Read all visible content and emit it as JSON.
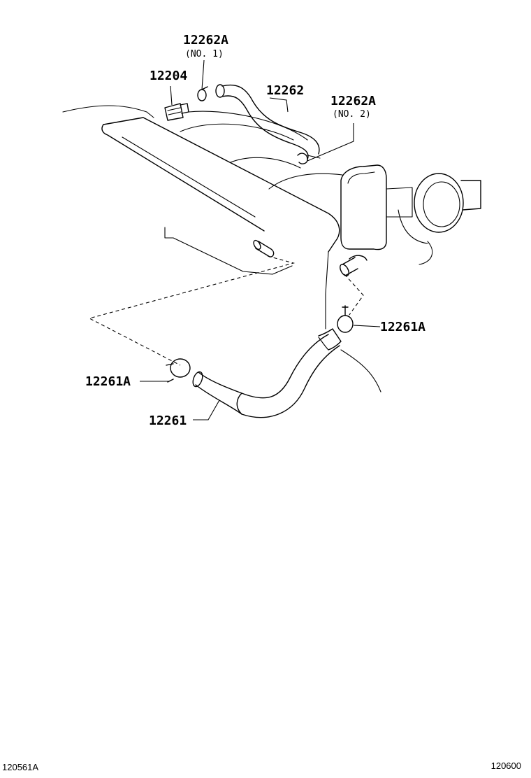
{
  "labels": {
    "p12262A_no1": "12262A",
    "p12262A_no1_sub": "(NO. 1)",
    "p12204": "12204",
    "p12262": "12262",
    "p12262A_no2": "12262A",
    "p12262A_no2_sub": "(NO. 2)",
    "p12261A_right": "12261A",
    "p12261A_left": "12261A",
    "p12261": "12261"
  },
  "footer": {
    "left_code": "120561A",
    "right_code": "120600"
  }
}
